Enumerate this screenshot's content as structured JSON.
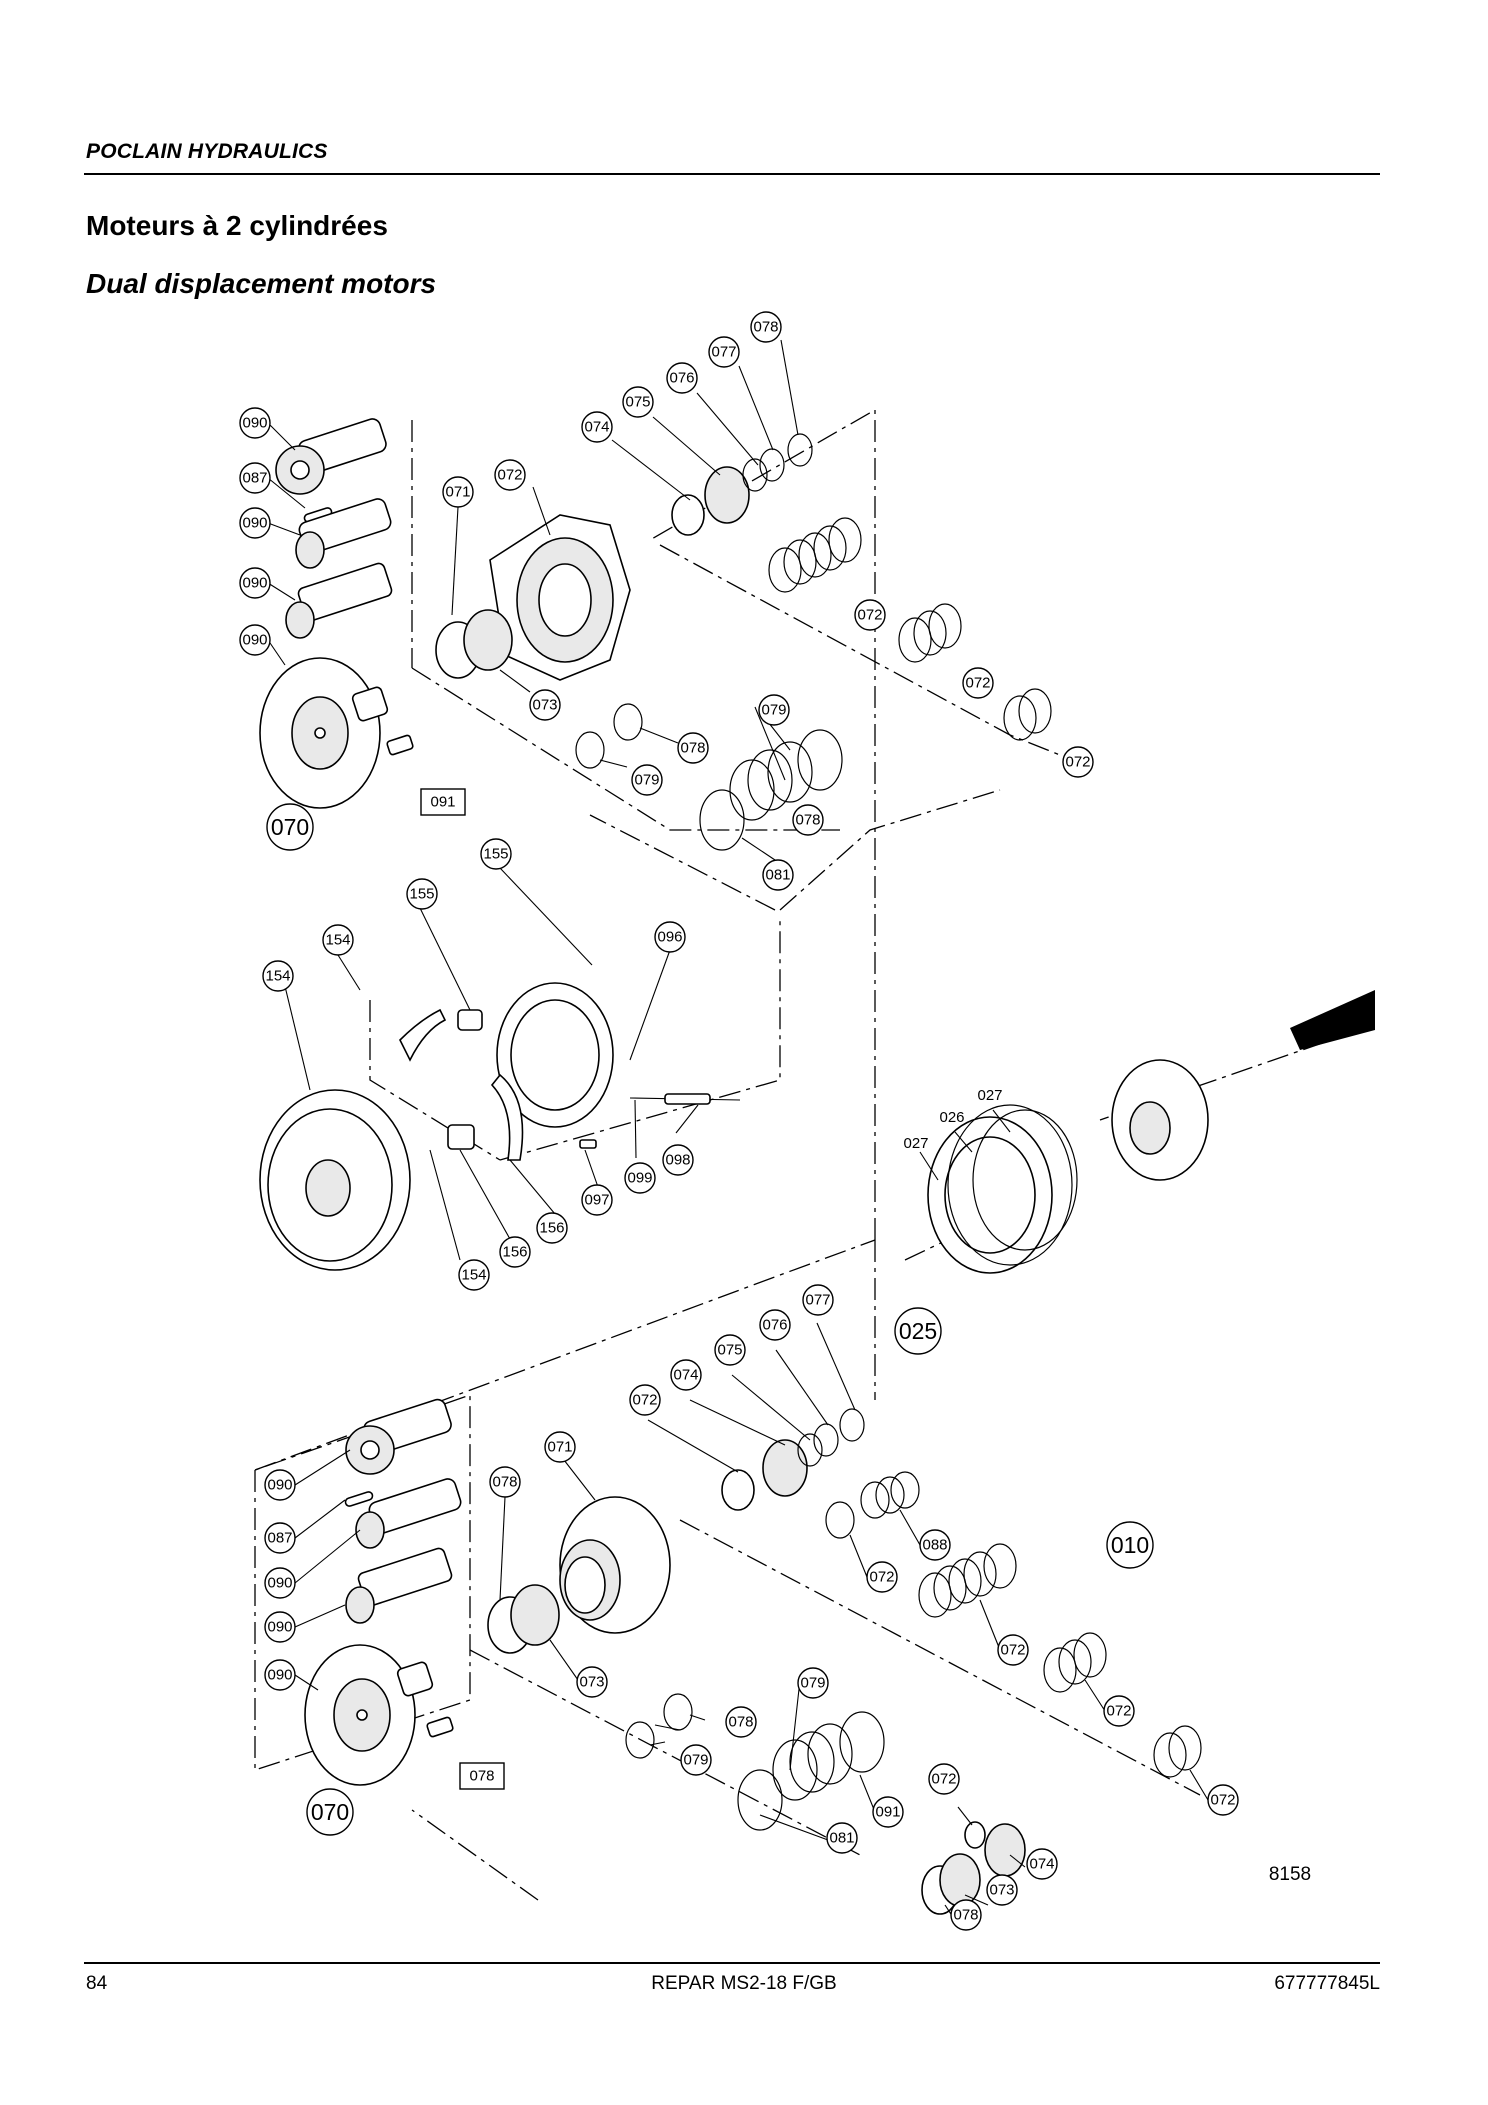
{
  "header": {
    "brand": "POCLAIN HYDRAULICS"
  },
  "titles": {
    "fr": "Moteurs à 2 cylindrées",
    "en": "Dual displacement motors"
  },
  "figure": {
    "number": "8158",
    "groups": [
      "070",
      "070",
      "025",
      "010"
    ],
    "callouts": [
      "090",
      "087",
      "090",
      "090",
      "090",
      "071",
      "072",
      "074",
      "075",
      "076",
      "077",
      "078",
      "073",
      "078",
      "079",
      "079",
      "078",
      "081",
      "072",
      "072",
      "072",
      "091",
      "155",
      "155",
      "154",
      "154",
      "096",
      "156",
      "156",
      "154",
      "097",
      "099",
      "098",
      "027",
      "026",
      "027",
      "077",
      "076",
      "075",
      "074",
      "072",
      "071",
      "078",
      "090",
      "087",
      "090",
      "090",
      "090",
      "073",
      "088",
      "072",
      "072",
      "072",
      "072",
      "079",
      "078",
      "079",
      "091",
      "078",
      "081",
      "072",
      "074",
      "073",
      "078"
    ]
  },
  "footer": {
    "page": "84",
    "document": "REPAR MS2-18 F/GB",
    "reference": "677777845L"
  }
}
